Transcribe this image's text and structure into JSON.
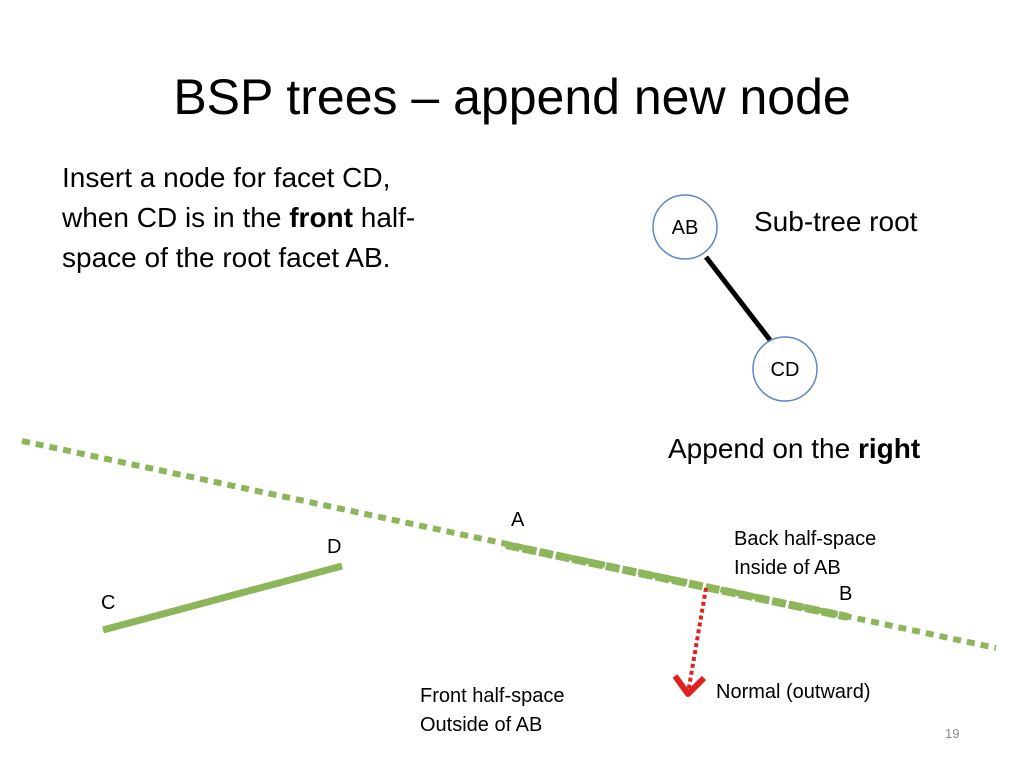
{
  "slide": {
    "title": "BSP trees – append new node",
    "body": {
      "part1": "Insert a node for facet CD, when CD is in the ",
      "emphasis": "front",
      "part2": " half-space of the root facet AB."
    },
    "tree": {
      "root_node": "AB",
      "child_node": "CD",
      "root_caption": "Sub-tree root",
      "append_prefix": "Append on the ",
      "append_emphasis": "right"
    },
    "points": {
      "a": "A",
      "b": "B",
      "c": "C",
      "d": "D"
    },
    "regions": {
      "back_line1": "Back half-space",
      "back_line2": "Inside of AB",
      "front_line1": "Front half-space",
      "front_line2": "Outside of AB",
      "normal": "Normal (outward)"
    },
    "page_number": "19"
  },
  "colors": {
    "facet_green": "#8db65a",
    "normal_red": "#e1211f",
    "node_border": "#5b86c5",
    "edge": "#000000"
  }
}
